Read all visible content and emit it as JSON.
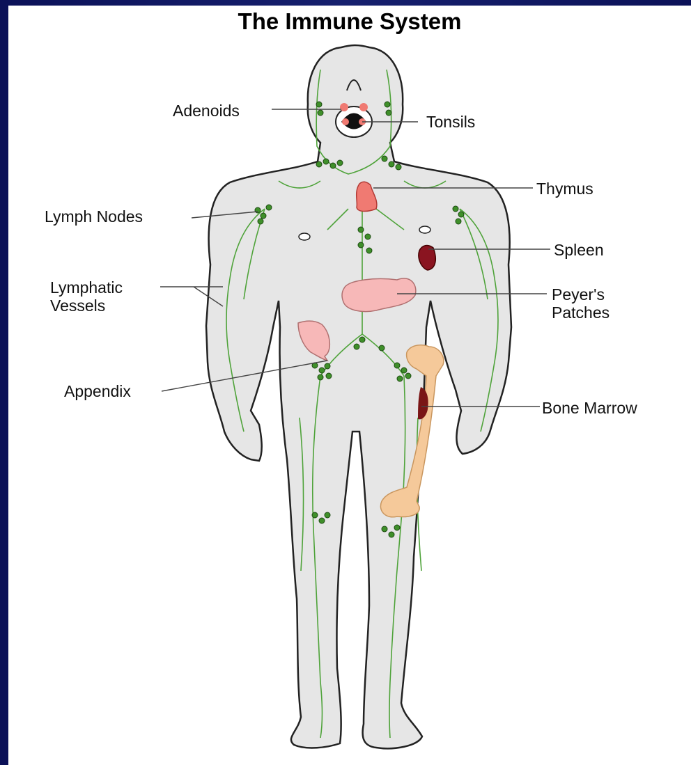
{
  "title": "The Immune System",
  "labels": {
    "adenoids": "Adenoids",
    "tonsils": "Tonsils",
    "thymus": "Thymus",
    "lymph_nodes": "Lymph Nodes",
    "spleen": "Spleen",
    "lymphatic_vessels_1": "Lymphatic",
    "lymphatic_vessels_2": "Vessels",
    "peyers_patches_1": "Peyer's",
    "peyers_patches_2": "Patches",
    "appendix": "Appendix",
    "bone_marrow": "Bone Marrow"
  },
  "colors": {
    "background_border": "#0b1158",
    "body": "#e6e6e6",
    "outline": "#222222",
    "lymph_node": "#3f8f2a",
    "vessel": "#4fa33a",
    "thymus": "#f07a72",
    "spleen": "#8a1420",
    "peyers": "#f7b8b8",
    "bone": "#f5c99a",
    "marrow": "#7a1515"
  }
}
